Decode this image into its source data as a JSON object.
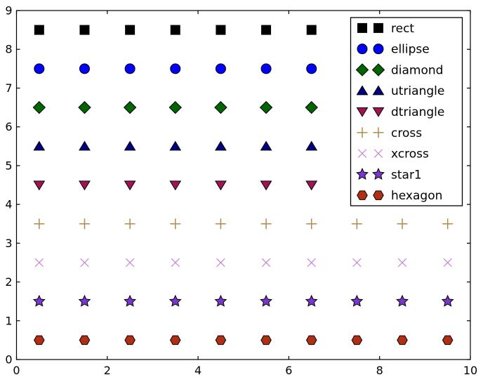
{
  "chart_data": {
    "type": "scatter",
    "title": "",
    "xlabel": "",
    "ylabel": "",
    "xlim": [
      0,
      10
    ],
    "ylim": [
      0,
      9
    ],
    "xticks": [
      0,
      2,
      4,
      6,
      8,
      10
    ],
    "yticks": [
      0,
      1,
      2,
      3,
      4,
      5,
      6,
      7,
      8,
      9
    ],
    "grid": false,
    "x": [
      0.5,
      1.5,
      2.5,
      3.5,
      4.5,
      5.5,
      6.5,
      7.5,
      8.5,
      9.5
    ],
    "series": [
      {
        "name": "rect",
        "marker": "square",
        "color": "#000000",
        "edge": "#000000",
        "y": 8.5
      },
      {
        "name": "ellipse",
        "marker": "circle",
        "color": "#0000ff",
        "edge": "#000000",
        "y": 7.5
      },
      {
        "name": "diamond",
        "marker": "diamond",
        "color": "#006400",
        "edge": "#000000",
        "y": 6.5
      },
      {
        "name": "utriangle",
        "marker": "triangle-up",
        "color": "#000080",
        "edge": "#000000",
        "y": 5.5
      },
      {
        "name": "dtriangle",
        "marker": "triangle-down",
        "color": "#a01455",
        "edge": "#000000",
        "y": 4.5
      },
      {
        "name": "cross",
        "marker": "plus",
        "color": "#b5894c",
        "edge": "#b5894c",
        "y": 3.5
      },
      {
        "name": "xcross",
        "marker": "x",
        "color": "#c882d7",
        "edge": "#c882d7",
        "y": 2.5
      },
      {
        "name": "star1",
        "marker": "star",
        "color": "#7b36d2",
        "edge": "#000000",
        "y": 1.5
      },
      {
        "name": "hexagon",
        "marker": "hexagon",
        "color": "#b22e12",
        "edge": "#000000",
        "y": 0.5
      }
    ],
    "legend": {
      "position": "upper-right",
      "numpoints": 2,
      "entries": [
        "rect",
        "ellipse",
        "diamond",
        "utriangle",
        "dtriangle",
        "cross",
        "xcross",
        "star1",
        "hexagon"
      ]
    },
    "colors": {
      "background": "#ffffff",
      "axes": "#000000",
      "legend_background": "#ffffff",
      "legend_border": "#000000"
    }
  }
}
